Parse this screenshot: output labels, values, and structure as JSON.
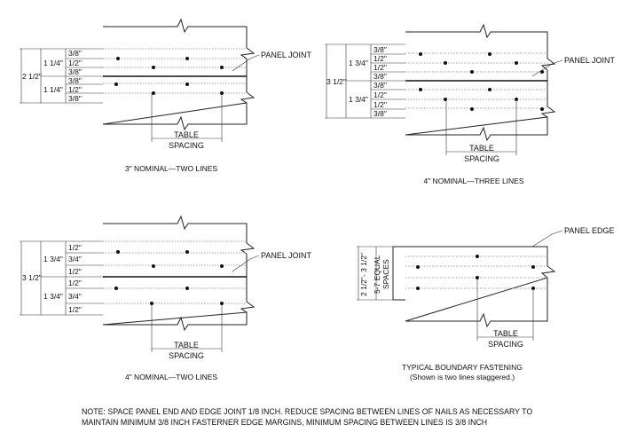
{
  "diagrams": [
    {
      "caption": "3\" NOMINAL—TWO LINES",
      "callout": "PANEL JOINT",
      "spacing": [
        "TABLE",
        "SPACING"
      ],
      "total_dim": "2 1/2\"",
      "group_dims": [
        "1 1/4\"",
        "1 1/4\""
      ],
      "row_dims": [
        "3/8\"",
        "1/2\"",
        "3/8\"",
        "3/8\"",
        "1/2\"",
        "3/8\""
      ]
    },
    {
      "caption": "4\" NOMINAL—THREE LINES",
      "callout": "PANEL JOINT",
      "spacing": [
        "TABLE",
        "SPACING"
      ],
      "total_dim": "3 1/2\"",
      "group_dims": [
        "1 3/4\"",
        "1 3/4\""
      ],
      "row_dims": [
        "3/8\"",
        "1/2\"",
        "1/2\"",
        "3/8\"",
        "3/8\"",
        "1/2\"",
        "1/2\"",
        "3/8\""
      ]
    },
    {
      "caption": "4\" NOMINAL—TWO LINES",
      "callout": "PANEL JOINT",
      "spacing": [
        "TABLE",
        "SPACING"
      ],
      "total_dim": "3 1/2\"",
      "group_dims": [
        "1 3/4\"",
        "1 3/4\""
      ],
      "row_dims": [
        "1/2\"",
        "3/4\"",
        "1/2\"",
        "1/2\"",
        "3/4\"",
        "1/2\""
      ]
    },
    {
      "caption": "TYPICAL BOUNDARY FASTENING",
      "subcaption": "(Shown is two lines staggered.)",
      "callout": "PANEL EDGE",
      "spacing": [
        "TABLE",
        "SPACING"
      ],
      "vertical_dims": [
        "2 1/2\"- 3 1/2\"",
        "5-7 EQUAL",
        "SPACES"
      ]
    }
  ],
  "note": [
    "NOTE: SPACE PANEL END AND EDGE JOINT 1/8 INCH. REDUCE SPACING BETWEEN LINES OF NAILS AS NECESSARY TO",
    "MAINTAIN MINIMUM 3/8 INCH FASTERNER EDGE MARGINS, MINIMUM SPACING BETWEEN LINES IS 3/8 INCH"
  ]
}
